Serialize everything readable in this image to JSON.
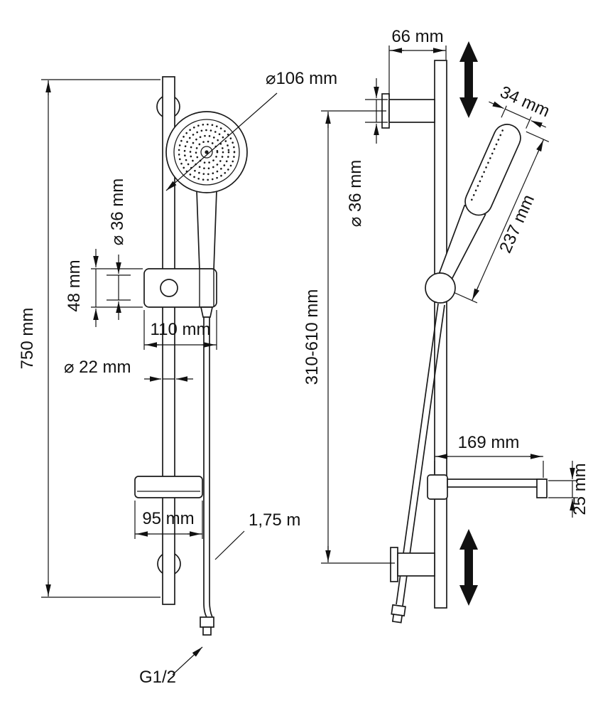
{
  "drawing": {
    "front_view": {
      "total_height": "750 mm",
      "head_diameter": "⌀106 mm",
      "holder_knob_diameter": "⌀ 36 mm",
      "holder_height": "48 mm",
      "holder_width": "110 mm",
      "bar_diameter": "⌀ 22 mm",
      "soap_dish_width": "95 mm",
      "hose_length": "1,75 m",
      "connector_thread": "G1/2"
    },
    "side_view": {
      "bracket_depth": "66 mm",
      "head_thickness": "34 mm",
      "bracket_diameter": "⌀ 36 mm",
      "slide_range": "310-610 mm",
      "handset_length": "237 mm",
      "soap_dish_depth": "169 mm",
      "soap_dish_height": "25 mm"
    }
  }
}
